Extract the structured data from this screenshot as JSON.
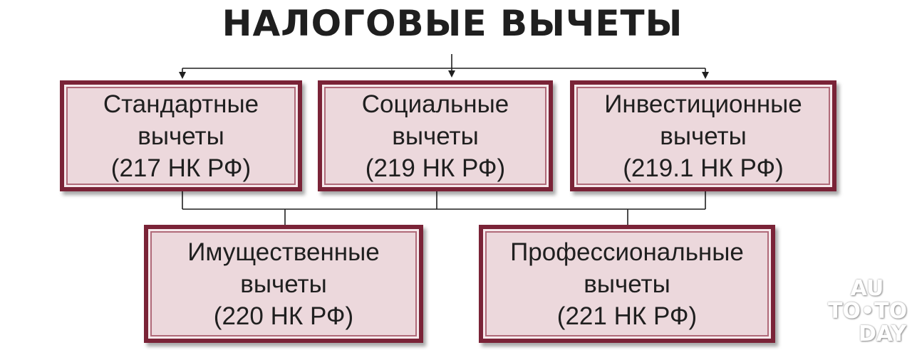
{
  "title": "НАЛОГОВЫЕ ВЫЧЕТЫ",
  "boxes": {
    "standard": {
      "line1": "Стандартные",
      "line2": "вычеты",
      "line3": "(217 НК РФ)"
    },
    "social": {
      "line1": "Социальные",
      "line2": "вычеты",
      "line3": "(219 НК РФ)"
    },
    "invest": {
      "line1": "Инвестиционные",
      "line2": "вычеты",
      "line3": "(219.1 НК РФ)"
    },
    "property": {
      "line1": "Имущественные",
      "line2": "вычеты",
      "line3": "(220 НК РФ)"
    },
    "prof": {
      "line1": "Профессиональные",
      "line2": "вычеты",
      "line3": "(221 НК РФ)"
    }
  },
  "watermark": {
    "line1": "AU",
    "line2": "TO•TO",
    "line3": "DAY"
  },
  "colors": {
    "box_fill": "#ecd8dc",
    "box_border": "#7a2337",
    "connector": "#1f1f1f"
  }
}
